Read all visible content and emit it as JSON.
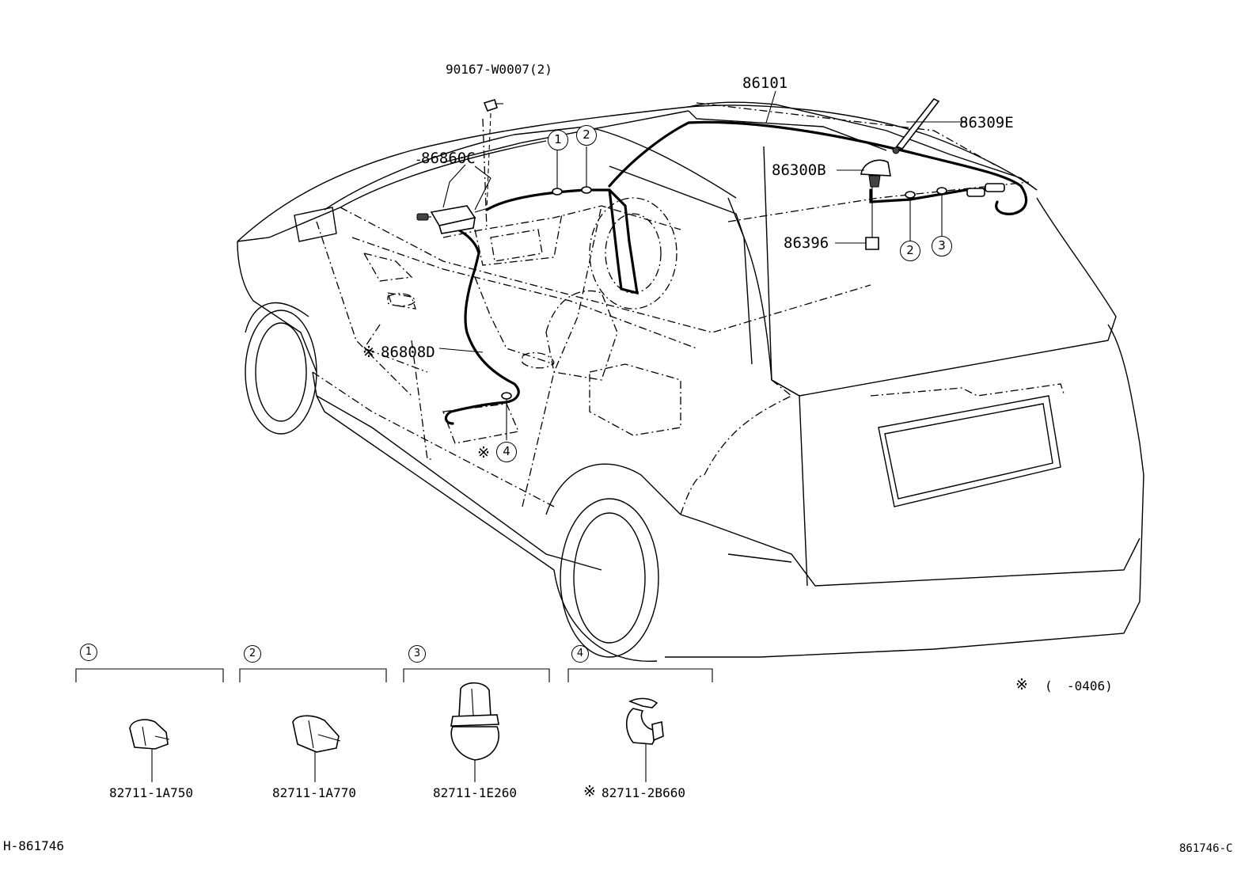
{
  "callouts": {
    "bolt": "90167-W0007(2)",
    "antenna_cord": "86101",
    "amplifier": "86860C",
    "mast": "86309E",
    "antenna_base": "86300B",
    "cap": "86396",
    "front_cord": "86808D"
  },
  "markers": {
    "one": "1",
    "two": "2",
    "three": "3",
    "four": "4",
    "asterisk": "※"
  },
  "clamps": [
    {
      "ref": "1",
      "part": "82711-1A750"
    },
    {
      "ref": "2",
      "part": "82711-1A770"
    },
    {
      "ref": "3",
      "part": "82711-1E260"
    },
    {
      "ref": "4",
      "part": "82711-2B660"
    }
  ],
  "footnote": {
    "paren_open": "(",
    "range": "-0406)"
  },
  "codes": {
    "left": "H-861746",
    "right": "861746-C"
  }
}
